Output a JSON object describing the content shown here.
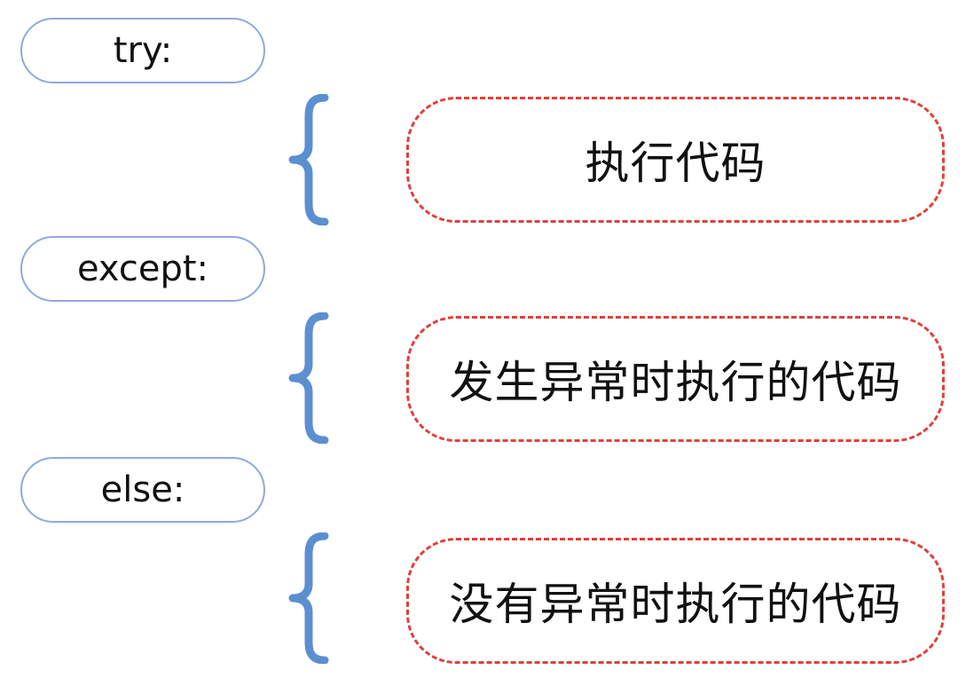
{
  "keywords": {
    "try": "try:",
    "except": "except:",
    "else": "else:"
  },
  "blocks": {
    "try_block": "执行代码",
    "except_block": "发生异常时执行的代码",
    "else_block": "没有异常时执行的代码"
  },
  "colors": {
    "pill_border": "#8faadc",
    "brace": "#5b8fd0",
    "dashed_border": "#e0403a",
    "text": "#111111"
  }
}
